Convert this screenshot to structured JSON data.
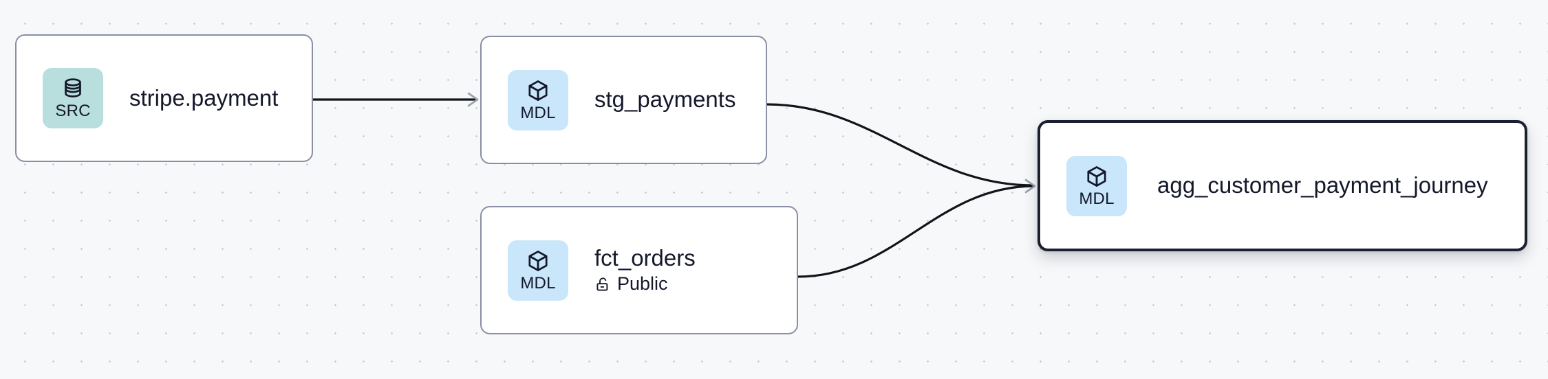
{
  "graph": {
    "background_color": "#f7f8fa",
    "grid_dot_color": "#c9ccd6",
    "edge_color": "#111418",
    "arrow_color": "#9aa0ae"
  },
  "nodes": [
    {
      "id": "stripe-payment",
      "title": "stripe.payment",
      "badge_label": "SRC",
      "badge_icon": "database-icon",
      "badge_color": "#b8dedd",
      "selected": false,
      "subtitle": null,
      "subtitle_icon": null
    },
    {
      "id": "stg-payments",
      "title": "stg_payments",
      "badge_label": "MDL",
      "badge_icon": "cube-icon",
      "badge_color": "#c9e6fa",
      "selected": false,
      "subtitle": null,
      "subtitle_icon": null
    },
    {
      "id": "fct-orders",
      "title": "fct_orders",
      "badge_label": "MDL",
      "badge_icon": "cube-icon",
      "badge_color": "#c9e6fa",
      "selected": false,
      "subtitle": "Public",
      "subtitle_icon": "unlock-icon"
    },
    {
      "id": "agg-customer-payment-journey",
      "title": "agg_customer_payment_journey",
      "badge_label": "MDL",
      "badge_icon": "cube-icon",
      "badge_color": "#c9e6fa",
      "selected": true,
      "border_color": "#1a2030",
      "subtitle": null,
      "subtitle_icon": null
    }
  ],
  "edges": [
    {
      "id": "edge-src-to-stg",
      "from": "stripe-payment",
      "to": "stg-payments",
      "style": "straight"
    },
    {
      "id": "edge-stg-to-agg",
      "from": "stg-payments",
      "to": "agg-customer-payment-journey",
      "style": "bezier"
    },
    {
      "id": "edge-fct-to-agg",
      "from": "fct-orders",
      "to": "agg-customer-payment-journey",
      "style": "bezier"
    }
  ]
}
